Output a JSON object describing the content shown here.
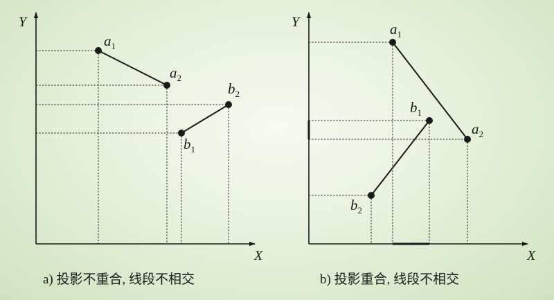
{
  "diagrams": [
    {
      "caption": "a) 投影不重合, 线段不相交",
      "x_axis_label": "X",
      "y_axis_label": "Y",
      "points": [
        {
          "letter": "a",
          "sub": "1"
        },
        {
          "letter": "a",
          "sub": "2"
        },
        {
          "letter": "b",
          "sub": "2"
        },
        {
          "letter": "b",
          "sub": "1"
        }
      ]
    },
    {
      "caption": "b) 投影重合, 线段不相交",
      "x_axis_label": "X",
      "y_axis_label": "Y",
      "points": [
        {
          "letter": "a",
          "sub": "1"
        },
        {
          "letter": "a",
          "sub": "2"
        },
        {
          "letter": "b",
          "sub": "1"
        },
        {
          "letter": "b",
          "sub": "2"
        }
      ]
    }
  ]
}
